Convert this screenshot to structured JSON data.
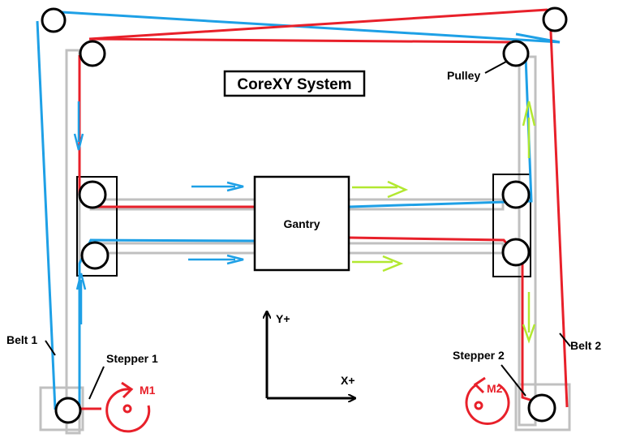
{
  "title": "CoreXY System",
  "labels": {
    "pulley": "Pulley",
    "gantry": "Gantry",
    "belt1": "Belt 1",
    "belt2": "Belt 2",
    "stepper1": "Stepper 1",
    "stepper2": "Stepper 2",
    "motor1": "M1",
    "motor2": "M2",
    "axis_y": "Y+",
    "axis_x": "X+"
  },
  "colors": {
    "belt1": "#1ea0e6",
    "belt2": "#e8202a",
    "motion_arrow": "#b2e830",
    "frame": "#c0c0c0",
    "outline": "#000000"
  }
}
